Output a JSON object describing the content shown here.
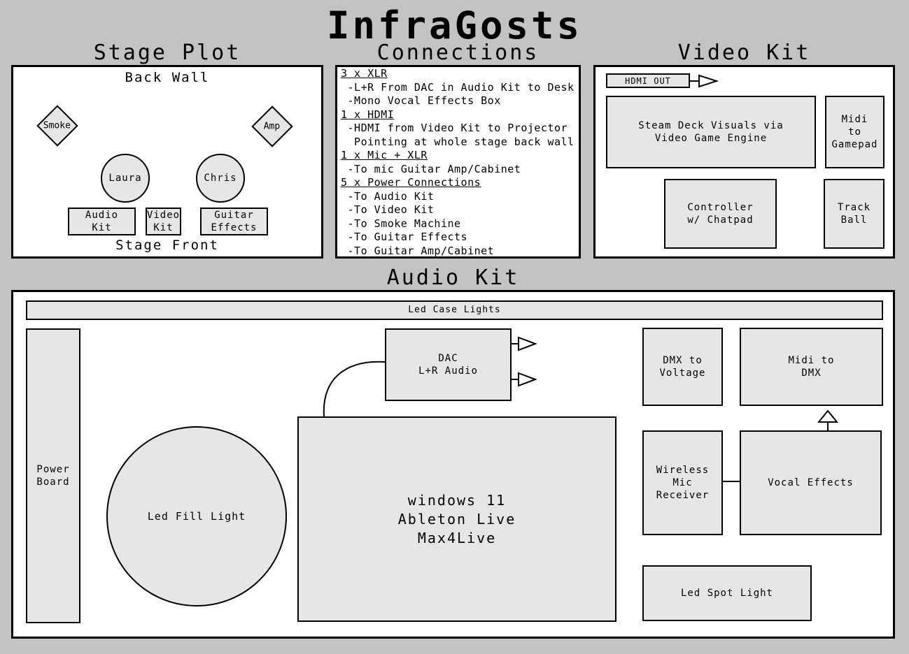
{
  "title": "InfraGosts",
  "stage_plot": {
    "heading": "Stage Plot",
    "back_wall": "Back Wall",
    "stage_front": "Stage Front",
    "smoke": "Smoke",
    "amp": "Amp",
    "laura": "Laura",
    "chris": "Chris",
    "audio_kit": "Audio\nKit",
    "video_kit": "Video\nKit",
    "guitar_effects": "Guitar\nEffects"
  },
  "connections": {
    "heading": "Connections",
    "lines": [
      {
        "text": "3 x XLR",
        "header": true
      },
      {
        "text": " -L+R From DAC in Audio Kit to Desk",
        "header": false
      },
      {
        "text": " -Mono Vocal Effects Box",
        "header": false
      },
      {
        "text": "1 x HDMI",
        "header": true
      },
      {
        "text": " -HDMI from Video Kit to Projector",
        "header": false
      },
      {
        "text": "  Pointing at whole stage back wall",
        "header": false
      },
      {
        "text": "1 x Mic + XLR",
        "header": true
      },
      {
        "text": " -To mic Guitar Amp/Cabinet",
        "header": false
      },
      {
        "text": "5 x Power Connections",
        "header": true
      },
      {
        "text": " -To Audio Kit",
        "header": false
      },
      {
        "text": " -To Video Kit",
        "header": false
      },
      {
        "text": " -To Smoke Machine",
        "header": false
      },
      {
        "text": " -To Guitar Effects",
        "header": false
      },
      {
        "text": " -To Guitar Amp/Cabinet",
        "header": false
      }
    ]
  },
  "video_kit": {
    "heading": "Video Kit",
    "hdmi_out": "HDMI OUT",
    "steam_deck": "Steam Deck Visuals via\nVideo Game Engine",
    "midi_gamepad": "Midi\nto\nGamepad",
    "controller": "Controller\nw/ Chatpad",
    "trackball": "Track\nBall"
  },
  "audio_kit": {
    "heading": "Audio Kit",
    "led_case_lights": "Led Case Lights",
    "power_board": "Power\nBoard",
    "led_fill_light": "Led Fill Light",
    "dac": "DAC\nL+R Audio",
    "computer": "windows 11\nAbleton Live\nMax4Live",
    "dmx_voltage": "DMX to\nVoltage",
    "midi_dmx": "Midi to\nDMX",
    "wireless_mic": "Wireless\nMic\nReceiver",
    "vocal_effects": "Vocal Effects",
    "led_spot_light": "Led Spot Light"
  },
  "colors": {
    "background": "#c3c3c3",
    "panel": "#ffffff",
    "box": "#e6e6e6",
    "stroke": "#000000"
  }
}
